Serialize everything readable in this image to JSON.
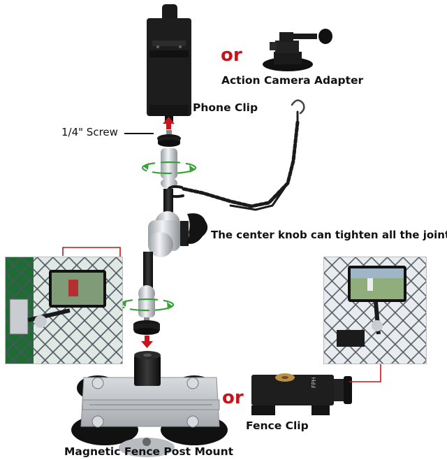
{
  "labels": {
    "or_top": "or",
    "action_camera_adapter": "Action Camera Adapter",
    "phone_clip": "Phone Clip",
    "screw": "1/4\" Screw",
    "center_knob": "The center knob can tighten all the joints",
    "or_bottom": "or",
    "fence_clip": "Fence Clip",
    "magnetic_mount": "Magnetic Fence Post Mount",
    "fence_clip_brand": "FPH"
  },
  "colors": {
    "accent_red": "#c6151c",
    "metal_black": "#1b1b1b",
    "silver": "#c9ccd0",
    "swivel_green": "#3aa13a"
  }
}
